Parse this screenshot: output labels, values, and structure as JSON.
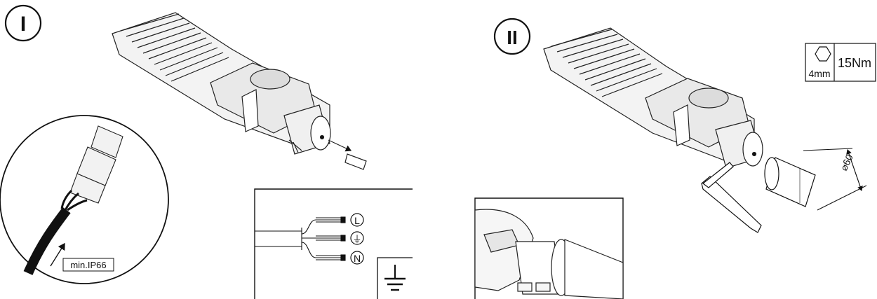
{
  "steps": [
    {
      "marker": "I"
    },
    {
      "marker": "II"
    }
  ],
  "cable_gland": {
    "rating_label": "min.IP66"
  },
  "wiring": {
    "terminals": [
      "L",
      "⏚",
      "N"
    ]
  },
  "torque_spec": {
    "tool_size": "4mm",
    "torque": "15Nm",
    "tool_icon": "hex-key-icon"
  },
  "pole": {
    "diameter_label": "⌀60"
  }
}
